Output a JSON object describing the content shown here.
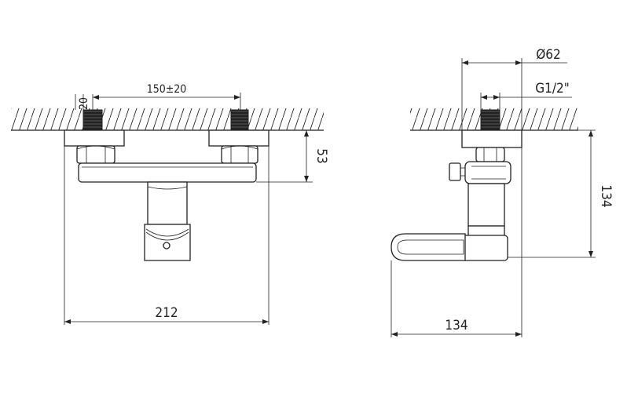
{
  "front_view": {
    "dim_center_distance": "150±20",
    "dim_thread_length": "20",
    "dim_wall_offset": "53",
    "dim_total_width": "212"
  },
  "side_view": {
    "dim_flange_diameter": "Ø62",
    "dim_thread_size": "G1/2\"",
    "dim_total_height": "134",
    "dim_total_depth": "134"
  },
  "colors": {
    "line": "#222222",
    "background": "#ffffff"
  }
}
